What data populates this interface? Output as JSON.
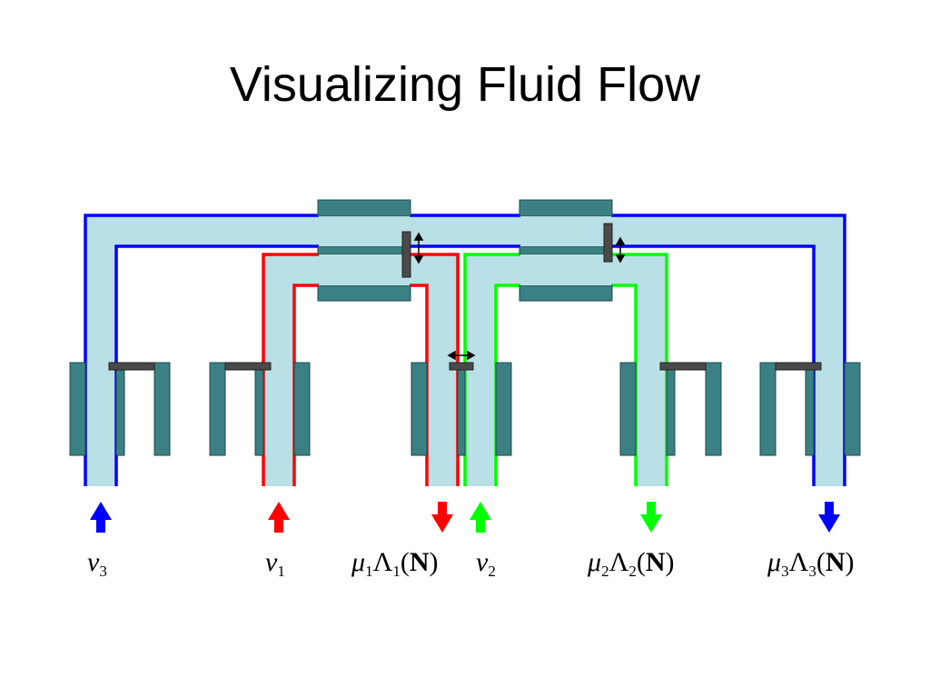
{
  "title": "Visualizing Fluid Flow",
  "colors": {
    "pipe_fill": "#b9e0e6",
    "block_fill": "#3b8083",
    "valve": "#4a4a4a",
    "blue": "#0000ff",
    "red": "#ff0000",
    "green": "#00ff00"
  },
  "labels": {
    "nu3": {
      "sym": "ν",
      "sub": "3"
    },
    "nu1": {
      "sym": "ν",
      "sub": "1"
    },
    "mu1": {
      "sym": "μ",
      "sub": "1",
      "sym2": "Λ",
      "sub2": "1",
      "open": "(",
      "bold": "N",
      "close": ")"
    },
    "nu2": {
      "sym": "ν",
      "sub": "2"
    },
    "mu2": {
      "sym": "μ",
      "sub": "2",
      "sym2": "Λ",
      "sub2": "2",
      "open": "(",
      "bold": "N",
      "close": ")"
    },
    "mu3": {
      "sym": "μ",
      "sub": "3",
      "sym2": "Λ",
      "sub2": "3",
      "open": "(",
      "bold": "N",
      "close": ")"
    }
  }
}
